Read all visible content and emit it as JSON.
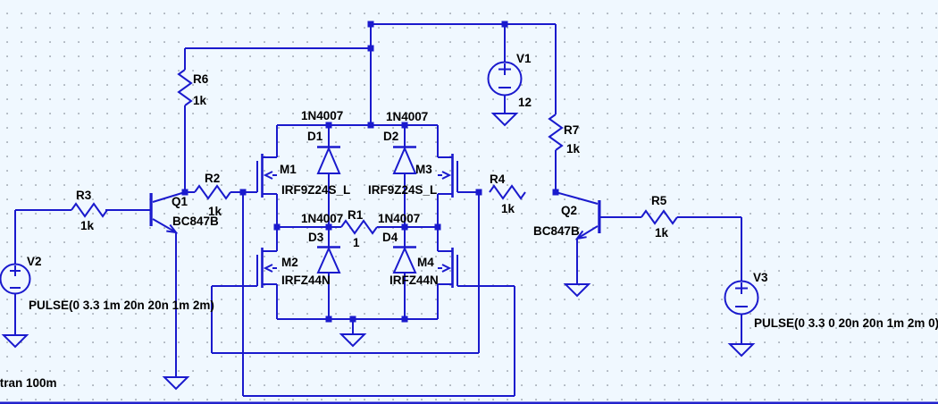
{
  "app": {
    "type": "spice-schematic-editor"
  },
  "colors": {
    "background": "#f0f8ff",
    "wire": "#1a1acd",
    "text": "#000000",
    "grid_dot": "#8a929c",
    "window_edge": "#2222cc"
  },
  "directive": ".tran 100m",
  "components": {
    "V1": {
      "name": "V1",
      "value": "12"
    },
    "V2": {
      "name": "V2",
      "value": "PULSE(0 3.3 1m 20n 20n 1m 2m)"
    },
    "V3": {
      "name": "V3",
      "value": "PULSE(0 3.3 0 20n 20n 1m 2m 0)"
    },
    "R1": {
      "name": "R1",
      "value": "1"
    },
    "R2": {
      "name": "R2",
      "value": "1k"
    },
    "R3": {
      "name": "R3",
      "value": "1k"
    },
    "R4": {
      "name": "R4",
      "value": "1k"
    },
    "R5": {
      "name": "R5",
      "value": "1k"
    },
    "R6": {
      "name": "R6",
      "value": "1k"
    },
    "R7": {
      "name": "R7",
      "value": "1k"
    },
    "Q1": {
      "name": "Q1",
      "value": "BC847B"
    },
    "Q2": {
      "name": "Q2",
      "value": "BC847B"
    },
    "M1": {
      "name": "M1",
      "value": "IRF9Z24S_L"
    },
    "M2": {
      "name": "M2",
      "value": "IRFZ44N"
    },
    "M3": {
      "name": "M3",
      "value": "IRF9Z24S_L"
    },
    "M4": {
      "name": "M4",
      "value": "IRFZ44N"
    },
    "D1": {
      "name": "D1",
      "value": "1N4007"
    },
    "D2": {
      "name": "D2",
      "value": "1N4007"
    },
    "D3": {
      "name": "D3",
      "value": "1N4007"
    },
    "D4": {
      "name": "D4",
      "value": "1N4007"
    }
  }
}
